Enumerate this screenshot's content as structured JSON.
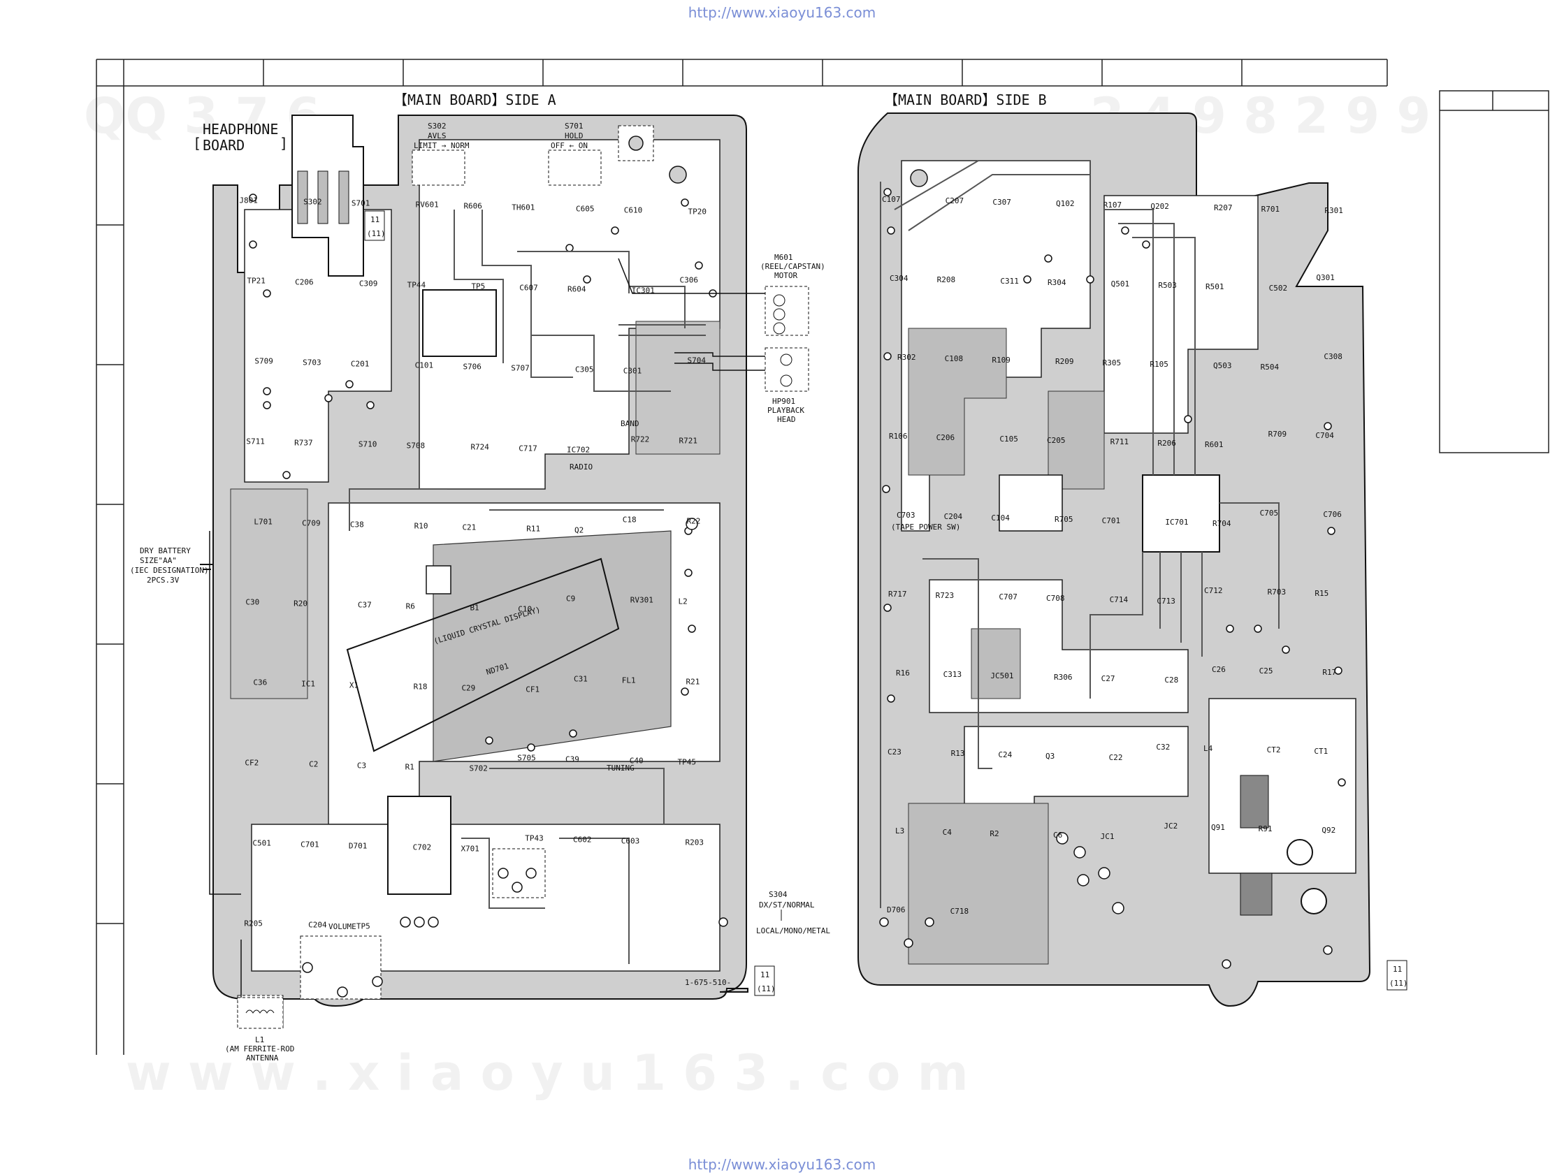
{
  "header": {
    "url_top": "http://www.xiaoyu163.com",
    "url_bottom": "http://www.xiaoyu163.com"
  },
  "watermarks": {
    "top_left": "QQ 3 7 6",
    "top_right": "2 4 9 8 2 9 9",
    "bottom": "w w w . x i a o y u 1 6 3 . c o m"
  },
  "titles": {
    "side_a": "【MAIN BOARD】SIDE A",
    "side_b": "【MAIN BOARD】SIDE B",
    "headphone_line1": "HEADPHONE",
    "headphone_line2": "BOARD"
  },
  "labels": {
    "battery": [
      "DRY BATTERY",
      "SIZE\"AA\"",
      "(IEC DESIGNATION)",
      "2PCS.3V"
    ],
    "motor": [
      "M601",
      "(REEL/CAPSTAN)",
      "MOTOR"
    ],
    "head": [
      "HP901",
      "PLAYBACK",
      "HEAD"
    ],
    "lcd": "(LIQUID CRYSTAL DISPLAY)",
    "antenna": [
      "L1",
      "(AM FERRITE-ROD",
      "ANTENNA"
    ],
    "switch_s304": [
      "S304",
      "DX/ST/NORMAL",
      "LOCAL/MONO/METAL"
    ],
    "tuning": "TUNING",
    "volume": "VOLUME",
    "tape_power": "(TAPE POWER SW)",
    "board_no": "1-675-510-",
    "ref_11": "11",
    "ref_11b": "(11)",
    "s302": [
      "S302",
      "AVLS",
      "LIMIT → NORM"
    ],
    "s701": [
      "S701",
      "HOLD",
      "OFF ← ON"
    ],
    "radio": "RADIO",
    "band": "BAND"
  },
  "components_a": [
    "J801",
    "S302",
    "S701",
    "RV601",
    "R606",
    "TH601",
    "C605",
    "C610",
    "TP20",
    "TP21",
    "C206",
    "C309",
    "TP44",
    "TP5",
    "C607",
    "R604",
    "IC301",
    "C306",
    "S709",
    "S703",
    "C201",
    "C101",
    "S706",
    "S707",
    "C305",
    "C301",
    "S704",
    "S711",
    "R737",
    "S710",
    "S708",
    "R724",
    "C717",
    "IC702",
    "R722",
    "R721",
    "L701",
    "C709",
    "C38",
    "R10",
    "C21",
    "R11",
    "Q2",
    "C18",
    "R22",
    "C30",
    "R20",
    "C37",
    "R6",
    "B1",
    "C10",
    "C9",
    "RV301",
    "L2",
    "C36",
    "IC1",
    "X1",
    "R18",
    "C29",
    "CF1",
    "C31",
    "FL1",
    "R21",
    "CF2",
    "C2",
    "C3",
    "R1",
    "S702",
    "S705",
    "C39",
    "C40",
    "TP45",
    "C501",
    "C701",
    "D701",
    "C702",
    "X701",
    "TP43",
    "C602",
    "C603",
    "R203",
    "R205",
    "C204",
    "TP5"
  ],
  "components_b": [
    "C107",
    "C207",
    "C307",
    "Q102",
    "R107",
    "Q202",
    "R207",
    "R701",
    "R301",
    "C304",
    "R208",
    "C311",
    "R304",
    "Q501",
    "R503",
    "R501",
    "C502",
    "Q301",
    "R302",
    "C108",
    "R109",
    "R209",
    "R305",
    "R105",
    "Q503",
    "R504",
    "C308",
    "R106",
    "C206",
    "C105",
    "C205",
    "R711",
    "R206",
    "R601",
    "R709",
    "C704",
    "C703",
    "C204",
    "C104",
    "R705",
    "C701",
    "IC701",
    "R704",
    "C705",
    "C706",
    "R717",
    "R723",
    "C707",
    "C708",
    "C714",
    "C713",
    "C712",
    "R703",
    "R15",
    "R16",
    "C313",
    "JC501",
    "R306",
    "C27",
    "C28",
    "C26",
    "C25",
    "R17",
    "C23",
    "R13",
    "C24",
    "Q3",
    "C22",
    "C32",
    "L4",
    "CT2",
    "CT1",
    "L3",
    "C4",
    "R2",
    "C6",
    "JC1",
    "JC2",
    "Q91",
    "R91",
    "Q92",
    "D706",
    "C718"
  ],
  "icons": [
    "headphone-jack-icon",
    "motor-icon",
    "playback-head-icon",
    "battery-icon",
    "ferrite-antenna-icon"
  ]
}
